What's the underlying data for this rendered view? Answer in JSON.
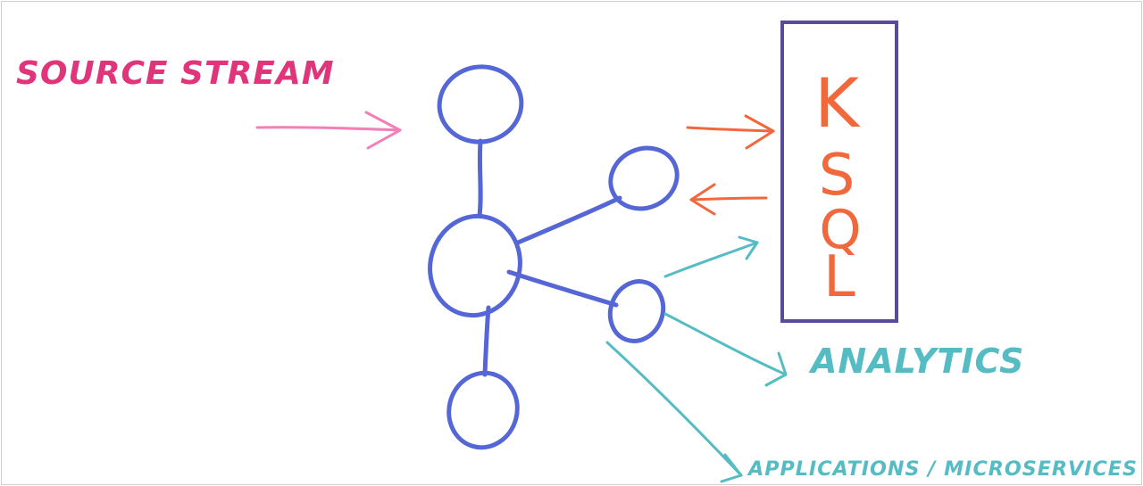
{
  "labels": {
    "source": "SOURCE STREAM",
    "analytics": "ANALYTICS",
    "apps": "APPLICATIONS / MICROSERVICES",
    "ksql": [
      "K",
      "S",
      "Q",
      "L"
    ]
  },
  "colors": {
    "source": "#e0357a",
    "source_arrow": "#f27fb7",
    "network": "#5566d6",
    "ksql": "#f0683c",
    "ksql_box": "#5a4a9a",
    "teal": "#56bcc4",
    "border": "#cfcfcf"
  }
}
